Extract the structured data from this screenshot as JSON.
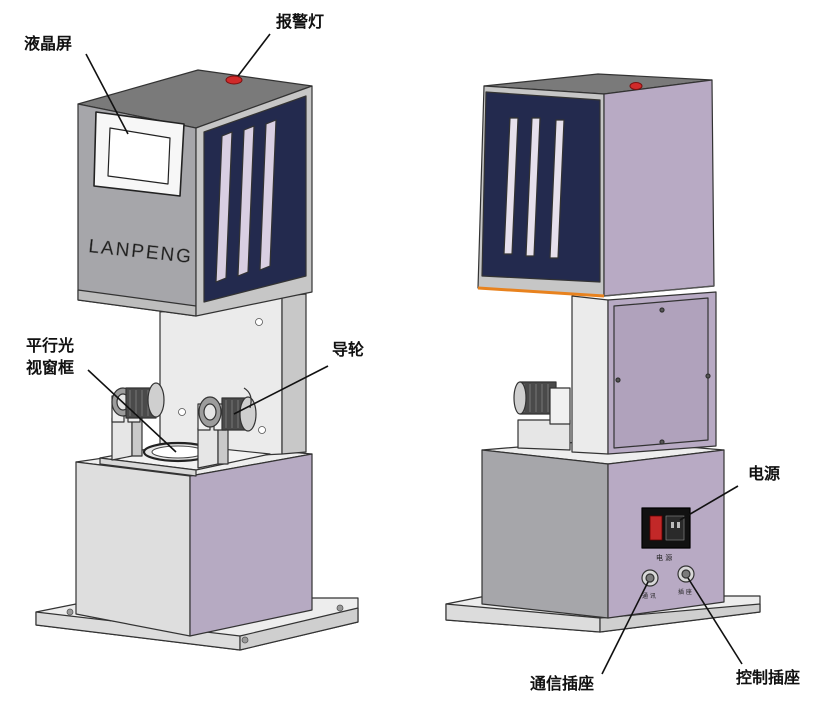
{
  "callouts": {
    "lcd": "液晶屏",
    "alarm_light": "报警灯",
    "window_frame_line1": "平行光",
    "window_frame_line2": "视窗框",
    "guide_wheel": "导轮",
    "power": "电源",
    "comm_socket": "通信插座",
    "control_socket": "控制插座"
  },
  "device": {
    "brand": "LANPENG",
    "power_panel_label": "电 源",
    "comm_socket_small_label": "通 讯",
    "control_socket_small_label": "插 座"
  },
  "colors": {
    "purple_panel": "#b8aac4",
    "grey_panel": "#a6a6aa",
    "navy_panel": "#232a4e",
    "light_panel": "#e8e8e8",
    "alarm_red": "#d02a2a",
    "seam_orange": "#e8821e",
    "switch_red": "#c22828"
  }
}
